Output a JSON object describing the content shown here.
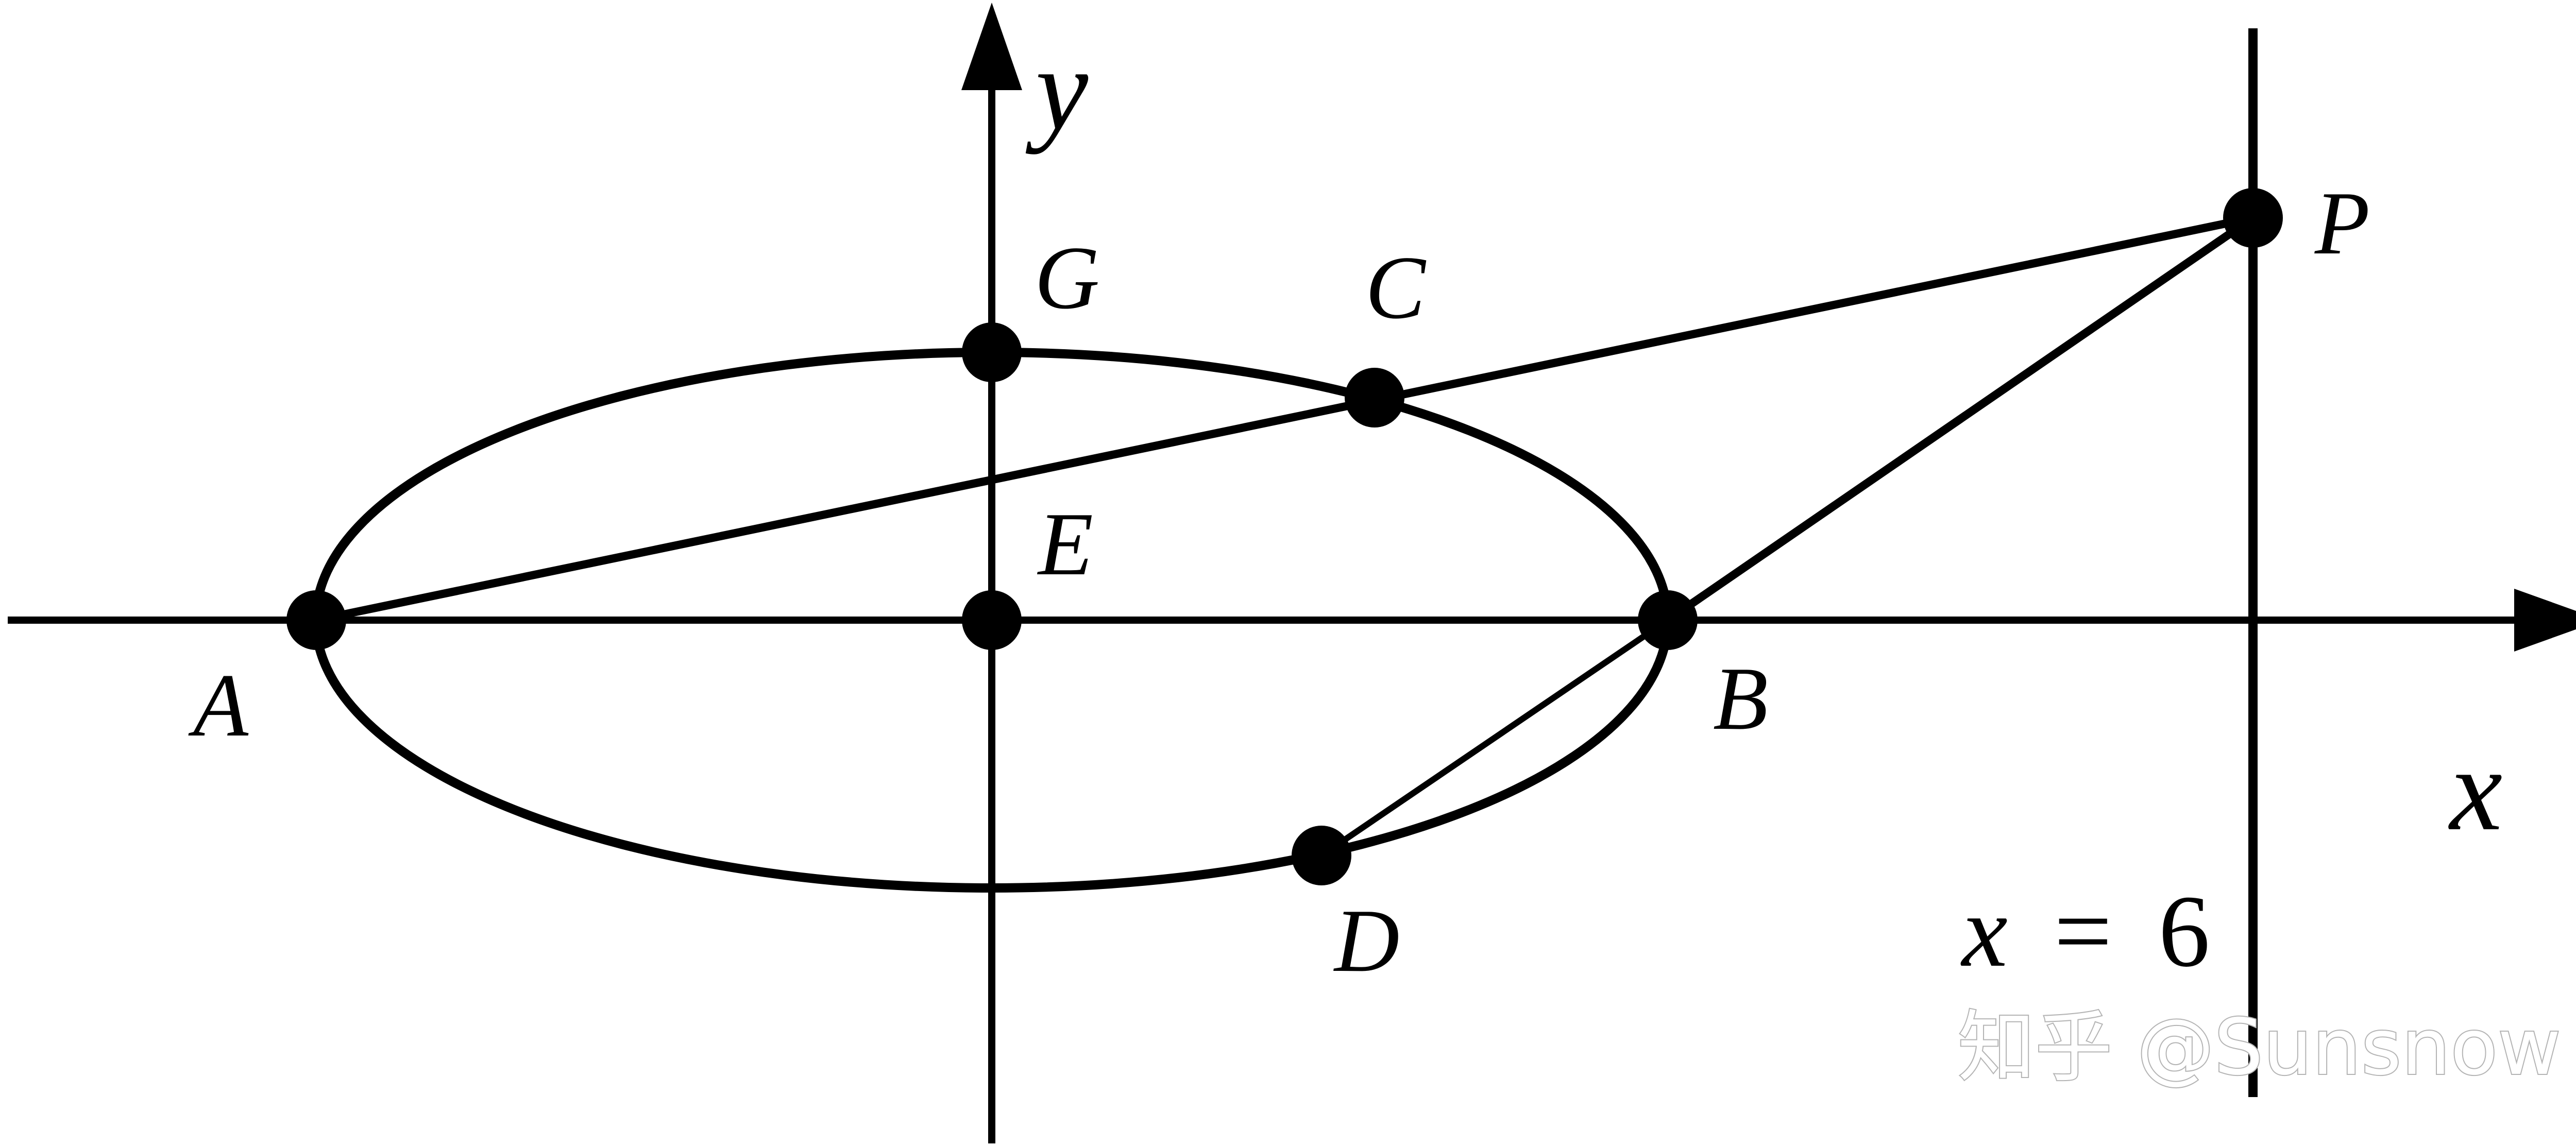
{
  "diagram": {
    "axes": {
      "x_label": "x",
      "y_label": "y"
    },
    "points": {
      "A": "A",
      "B": "B",
      "C": "C",
      "D": "D",
      "E": "E",
      "G": "G",
      "P": "P"
    },
    "line_equation": {
      "variable": "x",
      "operator": "=",
      "value": "6"
    },
    "watermark": "知乎 @Sunsnow",
    "colors": {
      "ink": "#000000",
      "background": "#ffffff",
      "watermark": "#b4b4b4"
    }
  }
}
